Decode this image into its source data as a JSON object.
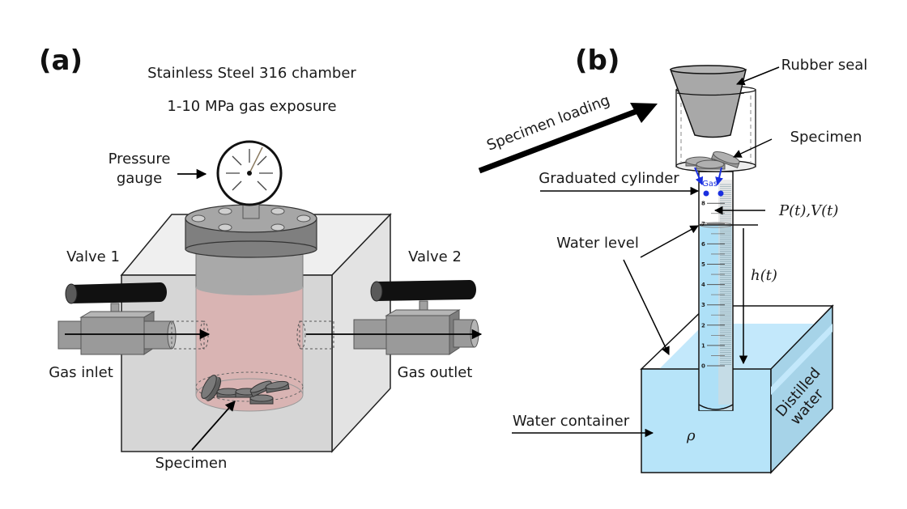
{
  "panel_a": {
    "label": "(a)",
    "title_line1": "Stainless Steel 316 chamber",
    "title_line2": "1-10 MPa gas exposure",
    "labels": {
      "pressure_gauge_line1": "Pressure",
      "pressure_gauge_line2": "gauge",
      "valve1": "Valve 1",
      "valve2": "Valve 2",
      "gas_inlet": "Gas inlet",
      "gas_outlet": "Gas outlet",
      "specimen": "Specimen"
    }
  },
  "panel_b": {
    "label": "(b)",
    "labels": {
      "specimen_loading": "Specimen loading",
      "rubber_seal": "Rubber seal",
      "specimen": "Specimen",
      "graduated_cylinder": "Graduated cylinder",
      "pressure_volume": "P(t),V(t)",
      "water_level": "Water level",
      "height": "h(t)",
      "water_container": "Water container",
      "density": "ρ",
      "distilled_line1": "Distilled",
      "distilled_line2": "water",
      "gas": "Gas"
    },
    "cylinder_ticks": [
      "0",
      "1",
      "2",
      "3",
      "4",
      "5",
      "6",
      "7",
      "8"
    ],
    "water_level_reading": 7
  },
  "colors": {
    "water": "#bfe6f8",
    "water_dark": "#a7d2e6",
    "chamber_fill": "#d8b4b4",
    "box_front": "#d6d6d6",
    "box_top": "#efefef",
    "box_side": "#e6e6e6",
    "lid": "#8a8a8a",
    "valve_body": "#a0a0a0",
    "handle": "#111111",
    "gas_blue": "#1a2fe0"
  }
}
